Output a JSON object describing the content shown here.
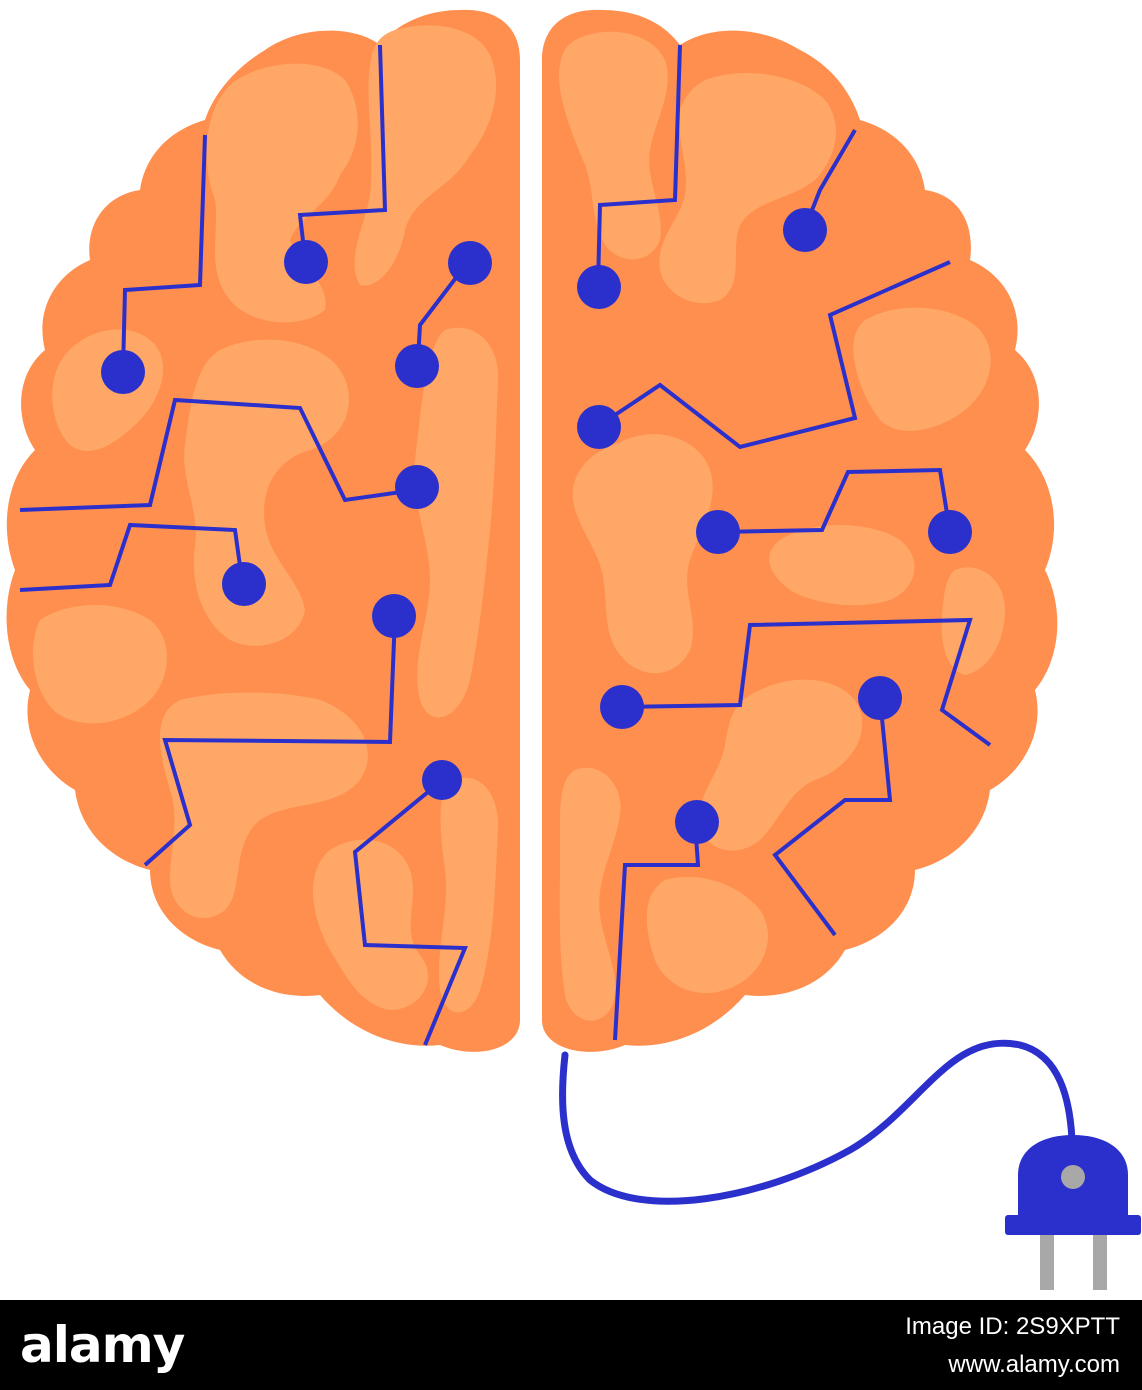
{
  "illustration": {
    "subject": "brain",
    "colors": {
      "brain_outer": "#FF8F4E",
      "brain_inner": "#FFA766",
      "circuit": "#2B30CC",
      "plug_body": "#2B30CC",
      "plug_pins": "#A8A8A8",
      "background": "#FFFFFF"
    },
    "icons": [
      "brain",
      "circuit-node",
      "power-cord",
      "power-plug"
    ],
    "watermark_text": "alamy"
  },
  "footer": {
    "logo": "alamy",
    "image_id": "Image ID: 2S9XPTT",
    "url": "www.alamy.com",
    "background": "#000000",
    "text_color": "#FFFFFF"
  }
}
